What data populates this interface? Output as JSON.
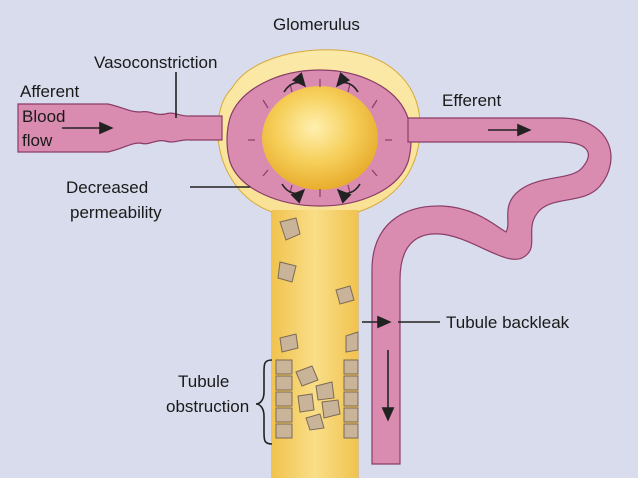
{
  "labels": {
    "glomerulus": "Glomerulus",
    "vasoconstriction": "Vasoconstriction",
    "afferent": "Afferent",
    "blood": "Blood",
    "flow": "flow",
    "efferent": "Efferent",
    "decreased": "Decreased",
    "permeability": "permeability",
    "tubule_backleak": "Tubule backleak",
    "tubule": "Tubule",
    "obstruction": "obstruction"
  },
  "colors": {
    "background": "#d8dcec",
    "vessel": "#d98bb0",
    "vessel_outline": "#8a3d68",
    "tubule_fill": "#f2cf6a",
    "capsule_fill": "#f7dc85",
    "glomerulus_core": "#f3c24c",
    "debris": "#c9b49a",
    "debris_outline": "#7b6a55"
  }
}
